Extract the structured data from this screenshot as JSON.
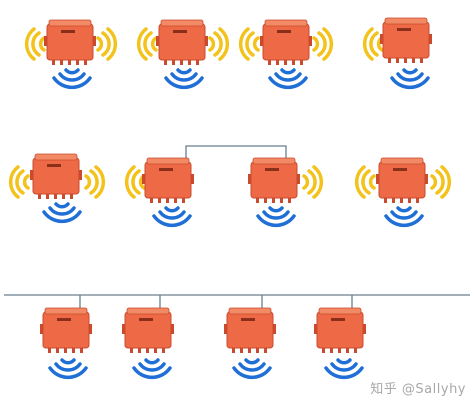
{
  "diagram": {
    "colors": {
      "device_body": "#ee6a47",
      "device_dark": "#c94a2c",
      "wifi_side": "#f3c21b",
      "wifi_down": "#1f6fd6",
      "wire": "#6a7f8f"
    },
    "rows": [
      {
        "name": "row-mesh",
        "devices": 4,
        "side_signals": true,
        "wired": []
      },
      {
        "name": "row-mixed",
        "devices": 4,
        "side_signals": true,
        "wired": [
          1,
          2
        ]
      },
      {
        "name": "row-bus",
        "devices": 4,
        "side_signals": false,
        "wired": [
          0,
          1,
          2,
          3
        ]
      }
    ]
  },
  "watermark": {
    "text": "知乎 @Sallyhy"
  }
}
